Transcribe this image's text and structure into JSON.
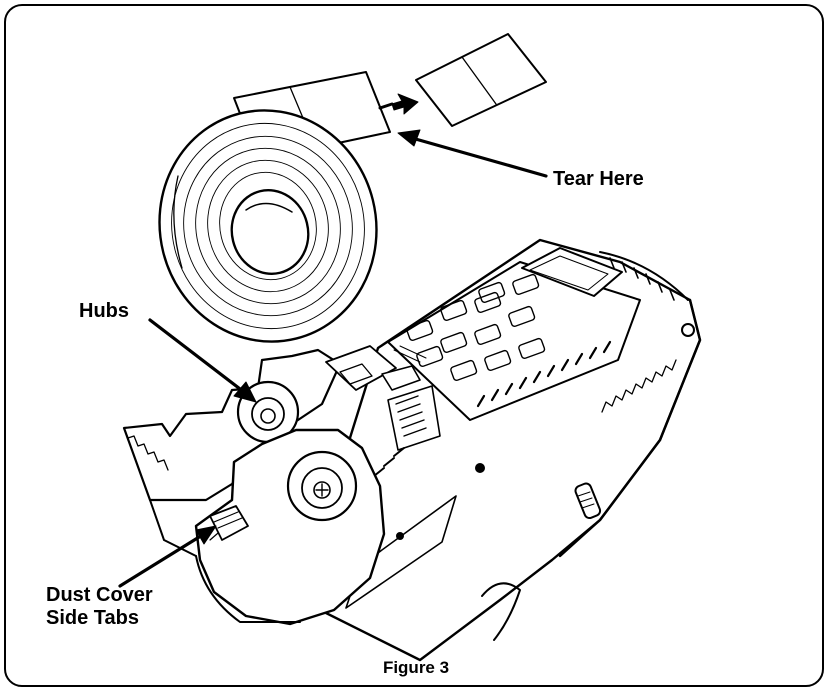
{
  "diagram": {
    "labels": {
      "tear_here": "Tear Here",
      "hubs": "Hubs",
      "dust_cover_line1": "Dust Cover",
      "dust_cover_line2": "Side Tabs"
    },
    "caption": "Figure 3",
    "colors": {
      "ink": "#000000",
      "paper": "#ffffff"
    }
  }
}
